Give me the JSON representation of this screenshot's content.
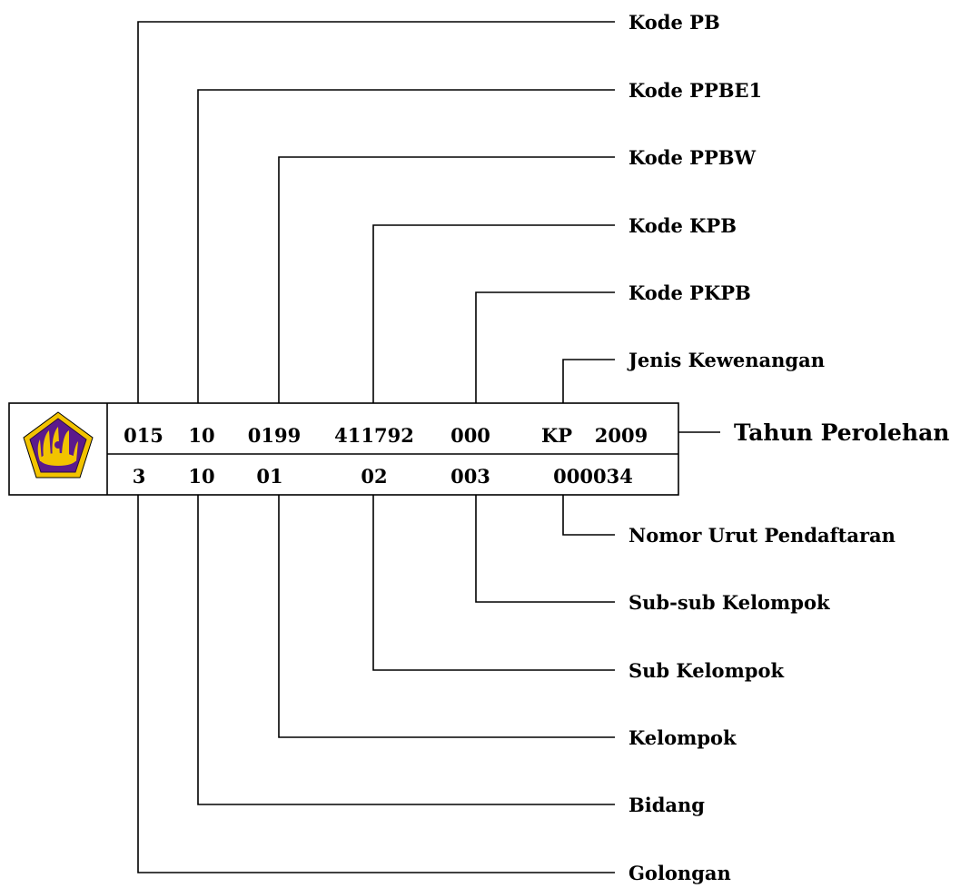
{
  "emblem": {
    "name": "kemenkeu-emblem",
    "colors": {
      "pentagon": "#5b1a8c",
      "border": "#f2c300",
      "wings": "#f2c300"
    }
  },
  "top_codes": [
    "015",
    "10",
    "0199",
    "411792",
    "000",
    "KP",
    "2009"
  ],
  "bottom_codes": [
    "3",
    "10",
    "01",
    "02",
    "003",
    "000034"
  ],
  "top_labels": [
    "Kode PB",
    "Kode PPBE1",
    "Kode PPBW",
    "Kode KPB",
    "Kode PKPB",
    "Jenis Kewenangan"
  ],
  "right_label": "Tahun Perolehan",
  "bottom_labels": [
    "Nomor Urut Pendaftaran",
    "Sub-sub Kelompok",
    "Sub Kelompok",
    "Kelompok",
    "Bidang",
    "Golongan"
  ]
}
